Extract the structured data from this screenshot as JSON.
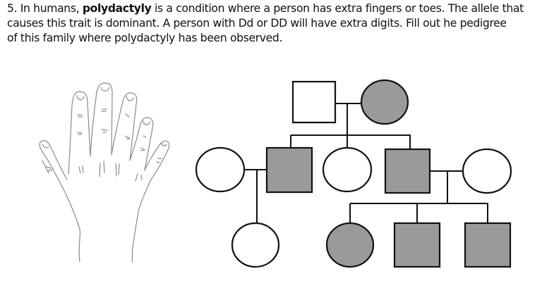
{
  "question": {
    "number": "5.",
    "line1_pre": " In humans, ",
    "line1_bold": "polydactyly",
    "line1_post": " is a condition where a person has extra fingers or toes.  The allele that",
    "line2": "causes this trait is dominant.  A person with Dd or DD will have extra digits.   Fill out he pedigree",
    "line3": "of this family where polydactyly has been observed."
  },
  "figure": {
    "hand_illustration": "hand-with-six-digits",
    "colors": {
      "affected_fill": "#9a9a9a",
      "unaffected_fill": "#ffffff",
      "stroke": "#111111",
      "hand_stroke": "#8a8a8a"
    }
  },
  "pedigree": {
    "generation_1": [
      {
        "id": "g1-father",
        "sex": "male",
        "affected": false,
        "genotype": ""
      },
      {
        "id": "g1-mother",
        "sex": "female",
        "affected": true,
        "genotype": ""
      }
    ],
    "generation_2": [
      {
        "id": "g2-wife-left",
        "sex": "female",
        "affected": false,
        "genotype": ""
      },
      {
        "id": "g2-son-left",
        "sex": "male",
        "affected": true,
        "genotype": ""
      },
      {
        "id": "g2-daughter",
        "sex": "female",
        "affected": false,
        "genotype": ""
      },
      {
        "id": "g2-son-right",
        "sex": "male",
        "affected": true,
        "genotype": ""
      },
      {
        "id": "g2-wife-right",
        "sex": "female",
        "affected": false,
        "genotype": ""
      }
    ],
    "generation_3": [
      {
        "id": "g3-daughter-left",
        "sex": "female",
        "affected": false,
        "genotype": ""
      },
      {
        "id": "g3-daughter-right",
        "sex": "female",
        "affected": true,
        "genotype": ""
      },
      {
        "id": "g3-son-1",
        "sex": "male",
        "affected": true,
        "genotype": ""
      },
      {
        "id": "g3-son-2",
        "sex": "male",
        "affected": true,
        "genotype": ""
      }
    ]
  }
}
